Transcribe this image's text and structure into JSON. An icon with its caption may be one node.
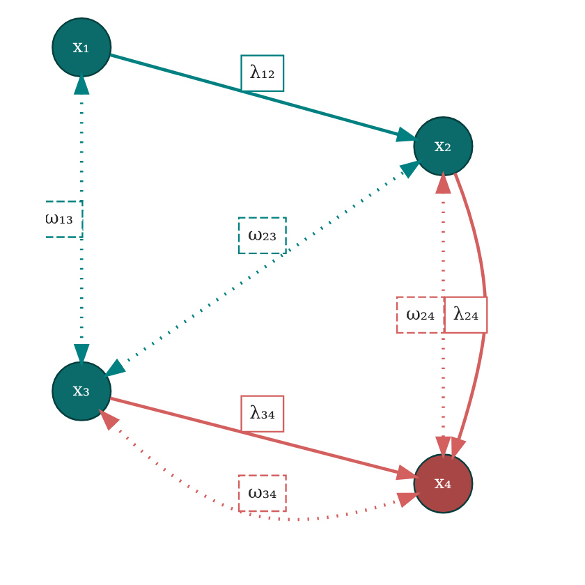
{
  "diagram": {
    "nodes": [
      {
        "text": [
          "x₁"
        ]
      },
      {
        "text": [
          "x₂"
        ]
      },
      {
        "text": [
          "x₃"
        ]
      },
      {
        "text": [
          "x₄"
        ]
      }
    ],
    "edges": [
      {
        "from": 0,
        "to": 1,
        "arrow": "to",
        "label": "λ₁₂",
        "color": "#008080"
      },
      {
        "from": 0,
        "to": 2,
        "arrow": "both",
        "label": "ω₁₃",
        "style": "dashed",
        "color": "#008080"
      },
      {
        "from": 2,
        "to": 1,
        "arrow": "both",
        "label": "ω₂₃",
        "style": "dashed",
        "color": "#008080"
      },
      {
        "from": 1,
        "to": 3,
        "arrow": "to",
        "label": "λ₂₄",
        "color": "#d45f5f"
      },
      {
        "from": 1,
        "to": 3,
        "arrow": "both",
        "label": "ω₂₄",
        "style": "dashed",
        "color": "#d45f5f"
      },
      {
        "from": 2,
        "to": 3,
        "arrow": "to",
        "label": "λ₃₄",
        "color": "#d45f5f"
      },
      {
        "from": 2,
        "to": 3,
        "arrow": "both",
        "label": "ω₃₄",
        "style": "dashed",
        "color": "#d45f5f"
      }
    ]
  }
}
